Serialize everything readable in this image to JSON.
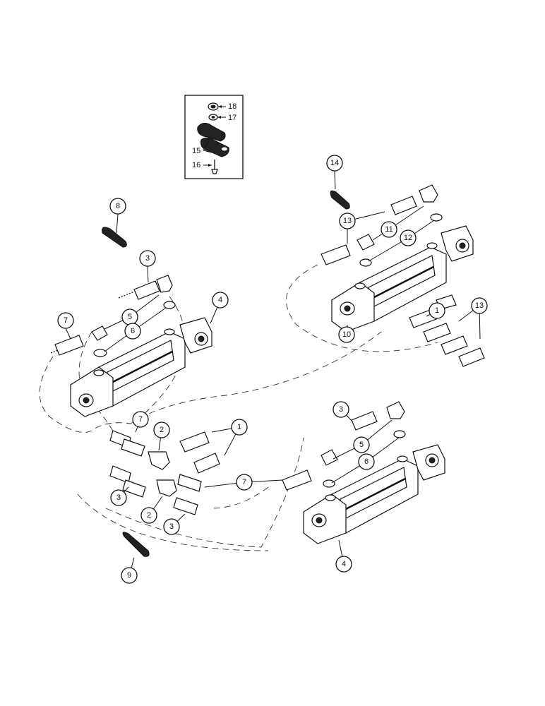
{
  "callouts": {
    "c1a": "1",
    "c1b": "1",
    "c2a": "2",
    "c2b": "2",
    "c3a": "3",
    "c3b": "3",
    "c3c": "3",
    "c3d": "3",
    "c4a": "4",
    "c4b": "4",
    "c5a": "5",
    "c5b": "5",
    "c6a": "6",
    "c6b": "6",
    "c7a": "7",
    "c7b": "7",
    "c7c": "7",
    "c8": "8",
    "c9": "9",
    "c10": "10",
    "c11": "11",
    "c12": "12",
    "c13a": "13",
    "c13b": "13",
    "c14": "14",
    "l15": "15",
    "l16": "16",
    "l17": "17",
    "l18": "18"
  },
  "colors": {
    "ink": "#111111",
    "paper": "#ffffff"
  }
}
